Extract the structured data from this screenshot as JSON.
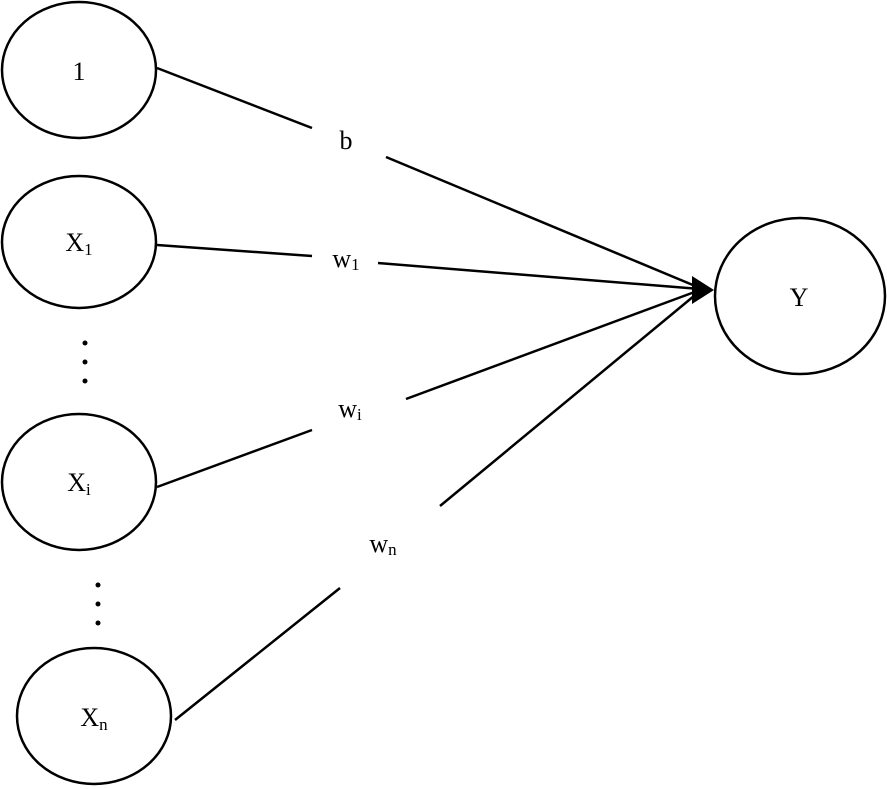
{
  "diagram": {
    "inputs": [
      {
        "id": "bias",
        "text": "1",
        "sub": ""
      },
      {
        "id": "x1",
        "text": "X",
        "sub": "1"
      },
      {
        "id": "xi",
        "text": "X",
        "sub": "i"
      },
      {
        "id": "xn",
        "text": "X",
        "sub": "n"
      }
    ],
    "output": {
      "text": "Y",
      "sub": ""
    },
    "weights": [
      {
        "id": "b",
        "text": "b",
        "sub": ""
      },
      {
        "id": "w1",
        "text": "w",
        "sub": "1"
      },
      {
        "id": "wi",
        "text": "w",
        "sub": "i"
      },
      {
        "id": "wn",
        "text": "w",
        "sub": "n"
      }
    ],
    "colors": {
      "stroke": "#000000",
      "background": "#ffffff"
    }
  }
}
